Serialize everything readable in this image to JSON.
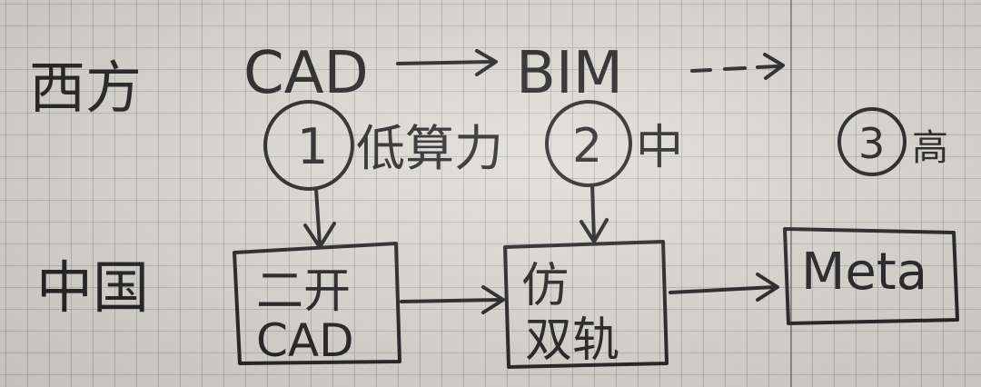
{
  "labels": {
    "west": "西方",
    "china": "中国"
  },
  "top_row": {
    "cad": "CAD",
    "bim": "BIM"
  },
  "stages": [
    {
      "number": "1",
      "note": "低算力"
    },
    {
      "number": "2",
      "note": "中"
    },
    {
      "number": "3",
      "note": "高"
    }
  ],
  "boxes": [
    {
      "line1": "二开",
      "line2": "CAD"
    },
    {
      "line1": "仿",
      "line2": "双轨"
    },
    {
      "line1": "Meta",
      "line2": ""
    }
  ],
  "colors": {
    "ink": "#1d1d1f",
    "paper": "#dedbd5",
    "grid": "#78787d"
  }
}
